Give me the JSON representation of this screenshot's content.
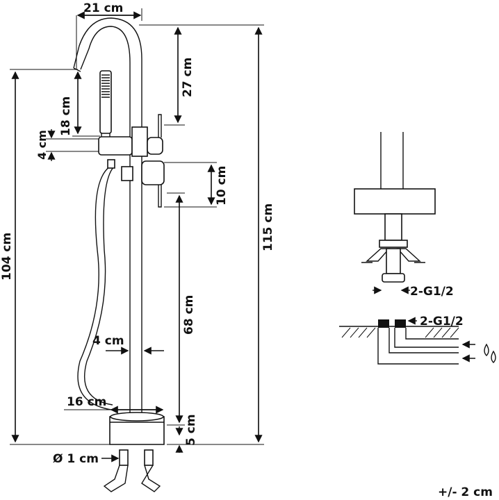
{
  "dimensions": {
    "spout_reach": "21 cm",
    "spout_height": "27 cm",
    "handshower_length": "18 cm",
    "handshower_gap": "4 cm",
    "lever_spacing": "10 cm",
    "total_height": "115 cm",
    "spout_outlet_height": "104 cm",
    "lower_height": "68 cm",
    "pipe_diameter": "4 cm",
    "base_width": "16 cm",
    "base_height": "5 cm",
    "inlet_diameter": "Ø 1 cm"
  },
  "connection_detail": {
    "thread_top": "2-G1/2",
    "thread_bottom": "2-G1/2"
  },
  "tolerance": "+/- 2 cm",
  "colors": {
    "line": "#111111",
    "background": "#ffffff"
  },
  "icons": [
    "arrow-icon",
    "water-drop-icon"
  ]
}
